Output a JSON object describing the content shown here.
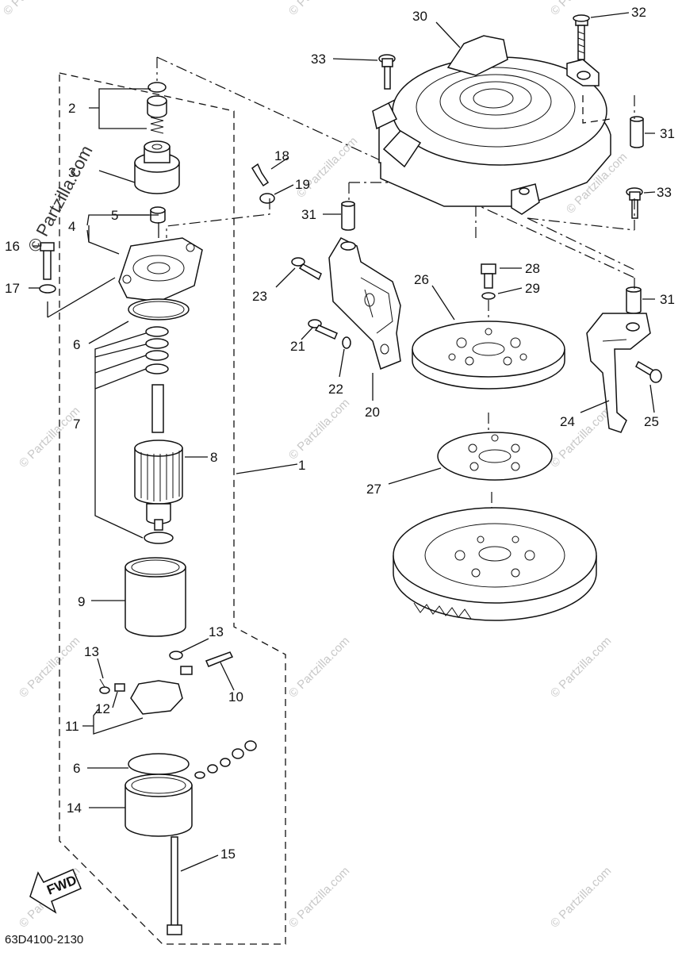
{
  "diagram": {
    "doc_code": "63D4100-2130",
    "fwd_label": "FWD",
    "watermark_vertical": "© Partzilla.com",
    "watermark": "© Partzilla.com",
    "callouts": {
      "c1": "1",
      "c2": "2",
      "c3": "3",
      "c4": "4",
      "c5": "5",
      "c6a": "6",
      "c6b": "6",
      "c7": "7",
      "c8": "8",
      "c9": "9",
      "c10": "10",
      "c11": "11",
      "c12": "12",
      "c13a": "13",
      "c13b": "13",
      "c14": "14",
      "c15": "15",
      "c16": "16",
      "c17": "17",
      "c18": "18",
      "c19": "19",
      "c20": "20",
      "c21": "21",
      "c22": "22",
      "c23": "23",
      "c24": "24",
      "c25": "25",
      "c26": "26",
      "c27": "27",
      "c28": "28",
      "c29": "29",
      "c30": "30",
      "c31a": "31",
      "c31b": "31",
      "c31c": "31",
      "c32": "32",
      "c33a": "33",
      "c33b": "33"
    }
  }
}
